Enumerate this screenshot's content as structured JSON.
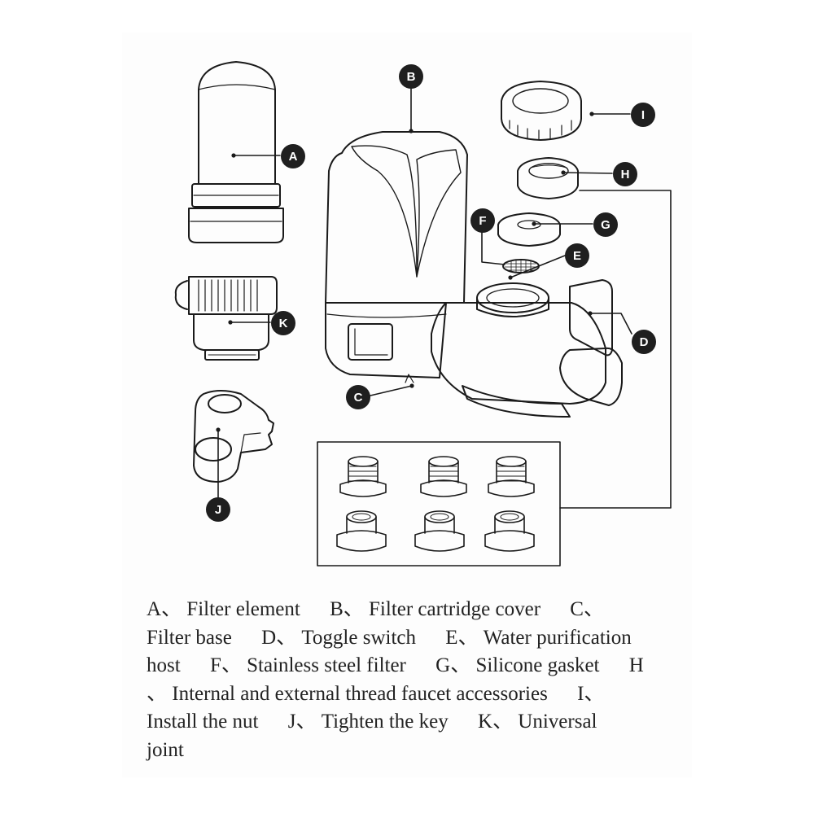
{
  "callouts": {
    "A": "A",
    "B": "B",
    "C": "C",
    "D": "D",
    "E": "E",
    "F": "F",
    "G": "G",
    "H": "H",
    "I": "I",
    "J": "J",
    "K": "K"
  },
  "legend": {
    "line1": [
      "A、 Filter element",
      "B、 Filter cartridge cover",
      "C、"
    ],
    "line2": [
      "Filter base",
      "D、 Toggle switch",
      "E、 Water purification"
    ],
    "line3": [
      "host",
      "F、 Stainless steel filter",
      "G、 Silicone gasket",
      "H"
    ],
    "line4": [
      "、 Internal and external thread faucet accessories",
      "I、"
    ],
    "line5": [
      "Install the nut",
      "J、 Tighten the key",
      "K、 Universal"
    ],
    "line6": [
      "joint"
    ]
  },
  "colors": {
    "ink": "#1a1a1a",
    "badge": "#1f1f1f",
    "paper": "#ffffff"
  }
}
